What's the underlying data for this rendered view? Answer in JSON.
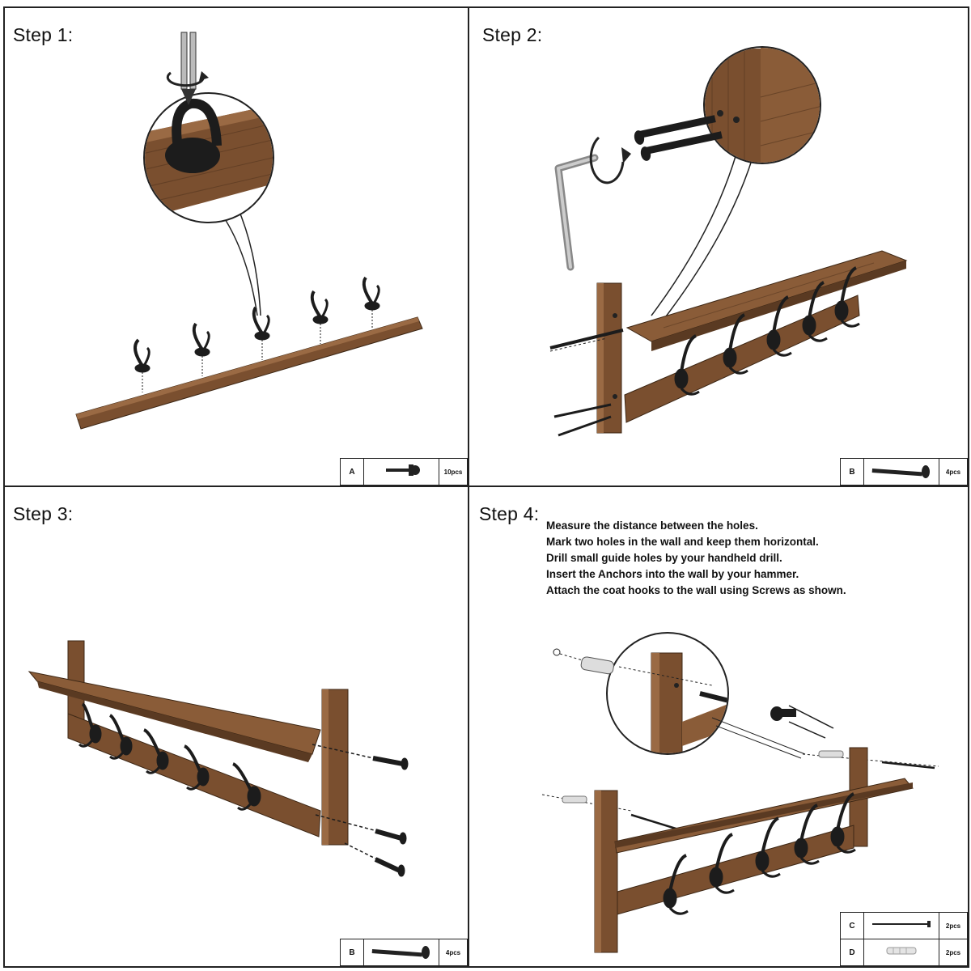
{
  "steps": [
    {
      "title": "Step 1:"
    },
    {
      "title": "Step 2:"
    },
    {
      "title": "Step 3:"
    },
    {
      "title": "Step 4:"
    }
  ],
  "step4_instructions": [
    "Measure the distance between the holes.",
    "Mark two holes in the wall and keep them horizontal.",
    "Drill small guide holes by your handheld drill.",
    "Insert the Anchors into the wall by your hammer.",
    "Attach the coat hooks to the wall using Screws as shown."
  ],
  "parts": {
    "step1": [
      {
        "letter": "A",
        "part_icon": "short-screw-icon",
        "qty": "10pcs"
      }
    ],
    "step2": [
      {
        "letter": "B",
        "part_icon": "long-bolt-icon",
        "qty": "4pcs"
      }
    ],
    "step3": [
      {
        "letter": "B",
        "part_icon": "long-bolt-icon",
        "qty": "4pcs"
      }
    ],
    "step4": [
      {
        "letter": "C",
        "part_icon": "wall-screw-icon",
        "qty": "2pcs"
      },
      {
        "letter": "D",
        "part_icon": "wall-anchor-icon",
        "qty": "2pcs"
      }
    ]
  },
  "colors": {
    "wood": "#7a4f2f",
    "wood_dark": "#5a3a22",
    "wood_light": "#9a6a44",
    "metal": "#1c1c1c",
    "border": "#222222"
  }
}
